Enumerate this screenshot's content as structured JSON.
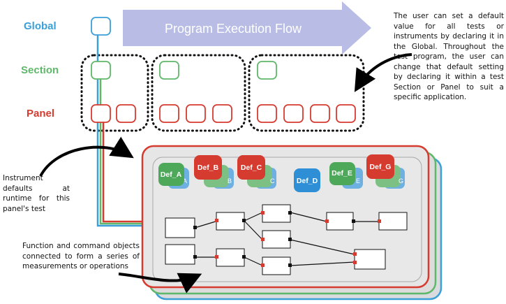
{
  "levels": {
    "global": "Global",
    "section": "Section",
    "panel": "Panel"
  },
  "flow_label": "Program Execution Flow",
  "notes": {
    "global_defaults": "The user can set a default value for all tests or instruments by declaring it in the Global. Throughout the test program, the user can change that default setting by declaring it within a test Section or Panel to suit a specific application.",
    "instrument_defaults": "Instrument defaults at runtime for this panel's test",
    "function_objects": "Function and command objects connected to form a series of measurements or operations"
  },
  "defaults": {
    "def_a": "Def_A",
    "def_b": "Def_B",
    "def_c": "Def_C",
    "def_d": "Def_D",
    "def_e": "Def_E",
    "def_g": "Def_G",
    "ghost_a": "A",
    "ghost_b": "B",
    "ghost_c": "C",
    "ghost_e": "E",
    "ghost_g": "G"
  },
  "colors": {
    "global": "#3b9fd8",
    "section": "#5fb86a",
    "panel": "#d63b2f",
    "flow_arrow": "#b9bde6",
    "def_d": "#2e8fd6"
  }
}
